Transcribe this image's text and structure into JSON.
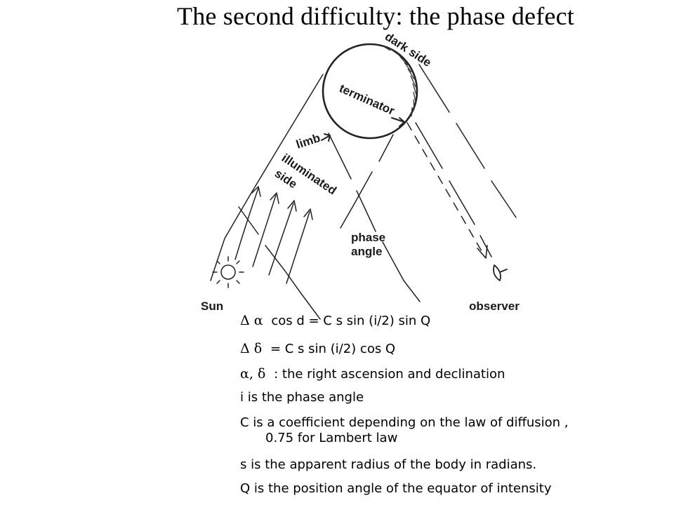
{
  "title": "The second difficulty: the  phase defect",
  "diagram": {
    "labels": {
      "dark_side": "dark side",
      "terminator": "terminator",
      "limb": "limb",
      "illuminated": "illuminated",
      "side": "side",
      "phase": "phase",
      "angle": "angle",
      "sun": "Sun",
      "observer": "observer"
    }
  },
  "formulas": {
    "eq1": {
      "symbols": "Δ α",
      "text": "cos d = C s sin (i/2) sin Q"
    },
    "eq2": {
      "symbols": "Δ δ",
      "text": "= C s sin (i/2) cos Q"
    },
    "def_symbols": {
      "symbols": "α, δ",
      "text": ": the right ascension and declination"
    },
    "def_i": "i is the phase angle",
    "def_C_line1": "C is a coefficient depending on the law of diffusion ,",
    "def_C_line2": "0.75 for Lambert law",
    "def_s": "s is the apparent radius of the body in radians.",
    "def_Q": "Q is the position angle of the equator of intensity"
  }
}
